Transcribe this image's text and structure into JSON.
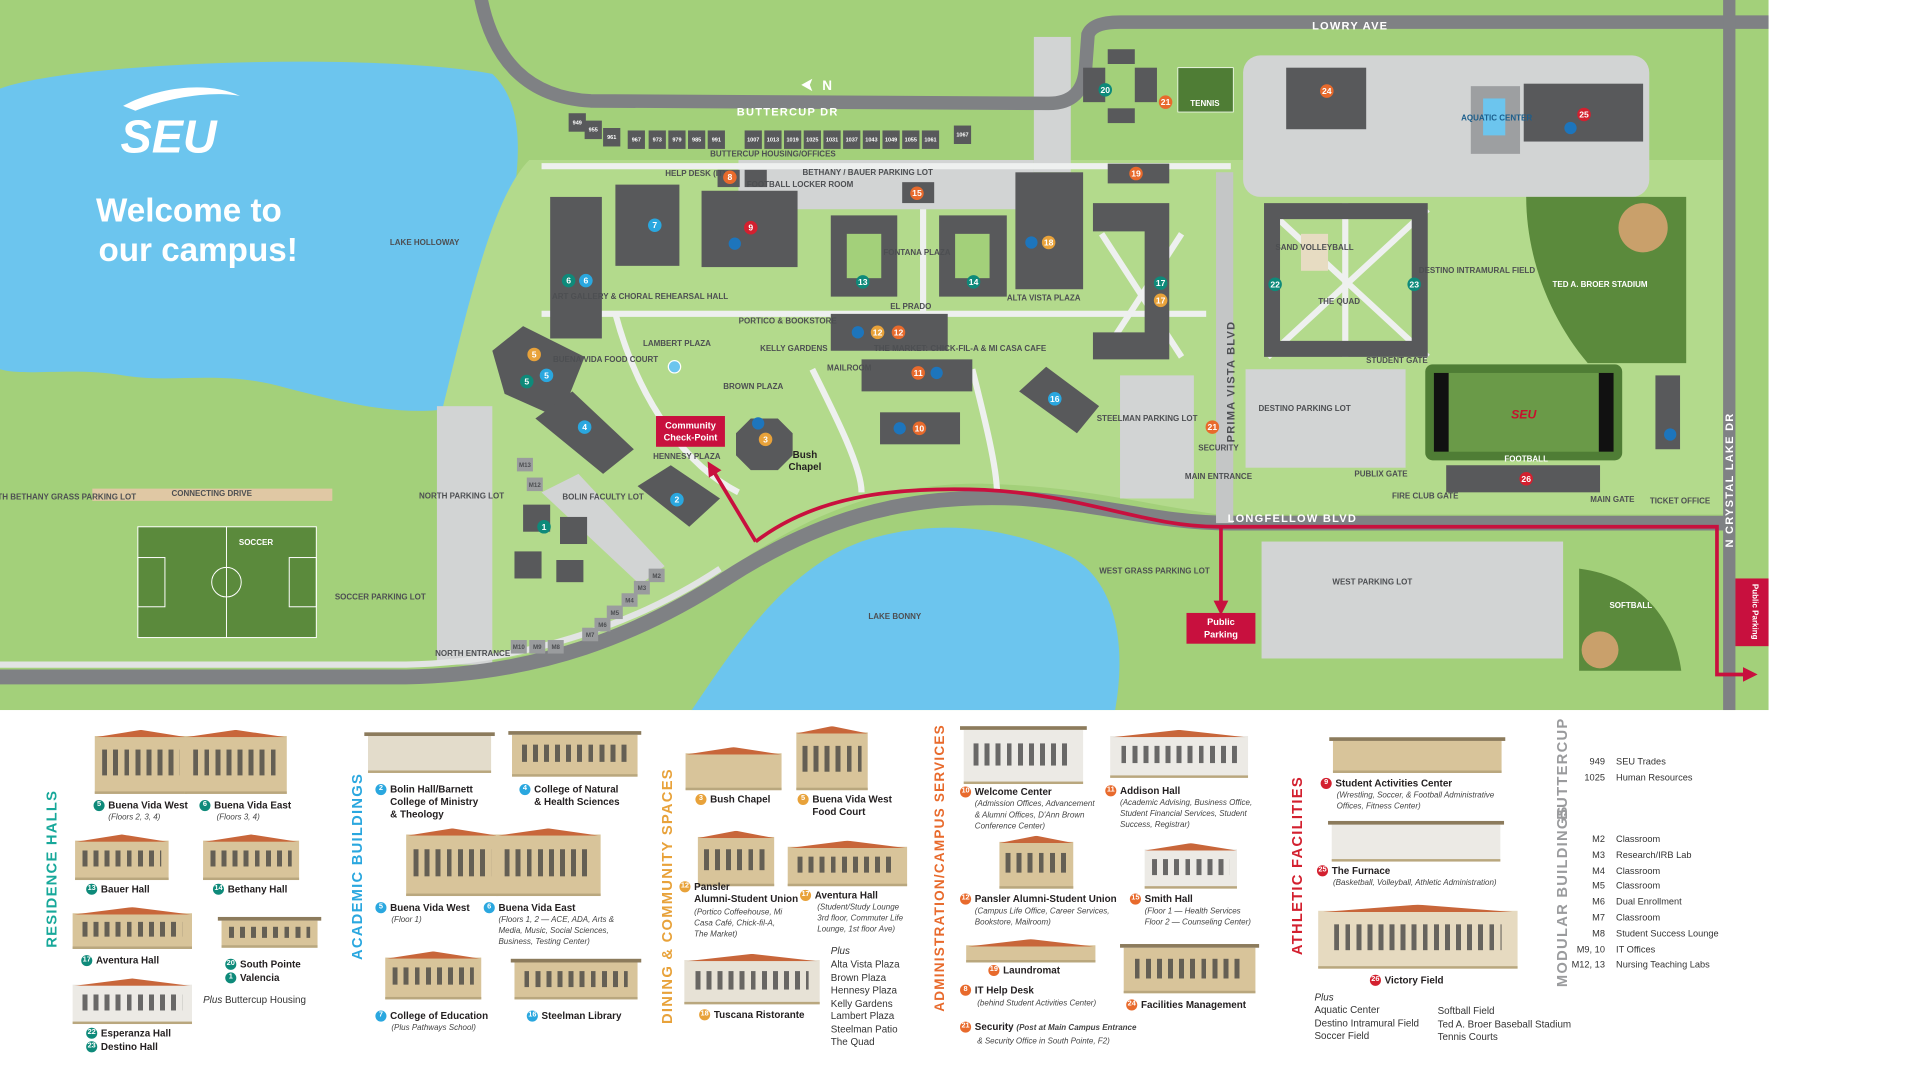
{
  "brand": {
    "logo": "SEU",
    "welcome": [
      "Welcome to",
      "our campus!"
    ]
  },
  "colors": {
    "residence": "#0e8a7a",
    "academic": "#2aa7df",
    "dining": "#e8a23a",
    "admin": "#e86a2c",
    "athletic": "#d3202f",
    "route": "#c8102e",
    "grass": "#a3d07a",
    "water": "#6cc5ee"
  },
  "map": {
    "roads": [
      "LOWRY AVE",
      "BUTTERCUP DR",
      "LONGFELLOW BLVD",
      "PRIMA VISTA BLVD",
      "N CRYSTAL LAKE DR",
      "EL PRADO"
    ],
    "north": "N",
    "callouts": {
      "checkpoint": [
        "Community",
        "Check-Point"
      ],
      "parking": [
        "Public",
        "Parking"
      ],
      "parking_right": "Public Parking",
      "bush": [
        "Bush",
        "Chapel"
      ]
    },
    "labels": [
      "LAKE HOLLOWAY",
      "LAKE BONNY",
      "BUTTERCUP HOUSING/OFFICES",
      "HELP DESK (IT)",
      "FOOTBALL LOCKER ROOM",
      "BETHANY / BAUER PARKING LOT",
      "FONTANA PLAZA",
      "ALTA VISTA PLAZA",
      "ART GALLERY & CHORAL REHEARSAL HALL",
      "PORTICO & BOOKSTORE",
      "LAMBERT PLAZA",
      "KELLY GARDENS",
      "BUENA VIDA FOOD COURT",
      "THE MARKET: CHICK-FIL-A & MI CASA CAFE",
      "MAILROOM",
      "BROWN PLAZA",
      "HENNESY PLAZA",
      "BOLIN FACULTY LOT",
      "NORTH PARKING LOT",
      "CONNECTING DRIVE",
      "SOCCER",
      "SOCCER PARKING LOT",
      "NORTH BETHANY GRASS PARKING LOT",
      "NORTH ENTRANCE",
      "STEELMAN PARKING LOT",
      "SECURITY",
      "MAIN ENTRANCE",
      "DESTINO PARKING LOT",
      "STUDENT GATE",
      "PUBLIX GATE",
      "FIRE CLUB GATE",
      "MAIN GATE",
      "TICKET OFFICE",
      "FOOTBALL",
      "WEST GRASS PARKING LOT",
      "WEST PARKING LOT",
      "SOFTBALL",
      "TENNIS",
      "AQUATIC CENTER",
      "SAND VOLLEYBALL",
      "THE QUAD",
      "DESTINO INTRAMURAL FIELD",
      "TED A. BROER STADIUM"
    ],
    "buttercup_units": [
      "949",
      "955",
      "961",
      "967",
      "973",
      "979",
      "985",
      "991",
      "1007",
      "1013",
      "1019",
      "1025",
      "1031",
      "1037",
      "1043",
      "1049",
      "1055",
      "1061",
      "1067"
    ],
    "modulars": [
      "M13",
      "M12",
      "M2",
      "M3",
      "M4",
      "M5",
      "M6",
      "M7",
      "M10",
      "M9",
      "M8"
    ],
    "markers": [
      "9",
      "7",
      "6",
      "6",
      "5",
      "5",
      "5",
      "4",
      "2",
      "1",
      "3",
      "13",
      "14",
      "18",
      "15",
      "8",
      "19",
      "12",
      "12",
      "11",
      "10",
      "16",
      "17",
      "17",
      "22",
      "23",
      "20",
      "21",
      "21",
      "24",
      "25",
      "26"
    ]
  },
  "legend": {
    "residence": {
      "heading": "RESIDENCE HALLS",
      "items": [
        {
          "num": "5",
          "name": "Buena Vida West",
          "note": "(Floors 2, 3, 4)"
        },
        {
          "num": "6",
          "name": "Buena Vida East",
          "note": "(Floors 3, 4)"
        },
        {
          "num": "13",
          "name": "Bauer Hall"
        },
        {
          "num": "14",
          "name": "Bethany Hall"
        },
        {
          "num": "17",
          "name": "Aventura Hall"
        },
        {
          "num": "20",
          "name": "South Pointe"
        },
        {
          "num": "1",
          "name": "Valencia"
        },
        {
          "num": "22",
          "name": "Esperanza Hall"
        },
        {
          "num": "23",
          "name": "Destino Hall"
        }
      ],
      "plus_prefix": "Plus",
      "plus": "Buttercup Housing"
    },
    "academic": {
      "heading": "ACADEMIC BUILDINGS",
      "items": [
        {
          "num": "2",
          "name": [
            "Bolin Hall/Barnett",
            "College of Ministry",
            "& Theology"
          ]
        },
        {
          "num": "4",
          "name": [
            "College of Natural",
            "& Health Sciences"
          ]
        },
        {
          "num": "5",
          "name": "Buena Vida West",
          "note": "(Floor 1)"
        },
        {
          "num": "6",
          "name": "Buena Vida East",
          "note": [
            "(Floors 1, 2 — ACE, ADA, Arts &",
            "Media, Music, Social Sciences,",
            "Business, Testing Center)"
          ]
        },
        {
          "num": "7",
          "name": "College of Education",
          "note": "(Plus Pathways School)"
        },
        {
          "num": "16",
          "name": "Steelman Library"
        }
      ]
    },
    "dining": {
      "heading": "DINING & COMMUNITY SPACES",
      "items": [
        {
          "num": "3",
          "name": "Bush Chapel"
        },
        {
          "num": "5",
          "name": [
            "Buena Vida West",
            "Food Court"
          ]
        },
        {
          "num": "12",
          "name": [
            "Pansler",
            "Alumni-Student Union"
          ],
          "note": [
            "(Portico Coffeehouse, Mi",
            "Casa Café, Chick-fil-A,",
            "The Market)"
          ]
        },
        {
          "num": "17",
          "name": "Aventura Hall",
          "note": [
            "(Student/Study Lounge",
            "3rd floor, Commuter Life",
            "Lounge, 1st floor Ave)"
          ]
        },
        {
          "num": "18",
          "name": "Tuscana Ristorante"
        }
      ],
      "plus_prefix": "Plus",
      "plus": [
        "Alta Vista Plaza",
        "Brown Plaza",
        "Hennesy Plaza",
        "Kelly Gardens",
        "Lambert Plaza",
        "Steelman Patio",
        "The Quad"
      ]
    },
    "admin": {
      "heading": "ADMINISTRATION/CAMPUS SERVICES",
      "items": [
        {
          "num": "10",
          "name": "Welcome Center",
          "note": [
            "(Admission Offices, Advancement",
            "& Alumni Offices, D'Ann Brown",
            "Conference Center)"
          ]
        },
        {
          "num": "11",
          "name": "Addison Hall",
          "note": [
            "(Academic Advising, Business Office,",
            "Student Financial Services, Student",
            "Success, Registrar)"
          ]
        },
        {
          "num": "12",
          "name": "Pansler Alumni-Student Union",
          "note": [
            "(Campus Life Office, Career Services,",
            "Bookstore, Mailroom)"
          ]
        },
        {
          "num": "15",
          "name": "Smith Hall",
          "note": [
            "(Floor 1 — Health Services",
            "Floor 2 — Counseling Center)"
          ]
        },
        {
          "num": "19",
          "name": "Laundromat"
        },
        {
          "num": "8",
          "name": "IT Help Desk",
          "note": "(behind Student Activities Center)"
        },
        {
          "num": "24",
          "name": "Facilities Management"
        },
        {
          "num": "21",
          "name": "Security",
          "note": [
            "(Post at Main Campus Entrance",
            "& Security Office in South Pointe, F2)"
          ]
        }
      ]
    },
    "athletic": {
      "heading": "ATHLETIC FACILITIES",
      "items": [
        {
          "num": "9",
          "name": "Student Activities Center",
          "note": [
            "(Wrestling, Soccer, & Football Administrative",
            "Offices, Fitness Center)"
          ]
        },
        {
          "num": "25",
          "name": "The Furnace",
          "note": "(Basketball, Volleyball, Athletic Administration)"
        },
        {
          "num": "26",
          "name": "Victory Field"
        }
      ],
      "plus_prefix": "Plus",
      "plus_left": [
        "Aquatic Center",
        "Destino Intramural Field",
        "Soccer Field"
      ],
      "plus_right": [
        "Softball Field",
        "Ted A. Broer Baseball Stadium",
        "Tennis Courts"
      ]
    },
    "buttercup": {
      "heading": "BUTTERCUP",
      "items": [
        {
          "code": "949",
          "name": "SEU Trades"
        },
        {
          "code": "1025",
          "name": "Human Resources"
        }
      ]
    },
    "modular": {
      "heading": "MODULAR BUILDINGS",
      "items": [
        {
          "code": "M2",
          "name": "Classroom"
        },
        {
          "code": "M3",
          "name": "Research/IRB Lab"
        },
        {
          "code": "M4",
          "name": "Classroom"
        },
        {
          "code": "M5",
          "name": "Classroom"
        },
        {
          "code": "M6",
          "name": "Dual Enrollment"
        },
        {
          "code": "M7",
          "name": "Classroom"
        },
        {
          "code": "M8",
          "name": "Student Success Lounge"
        },
        {
          "code": "M9, 10",
          "name": "IT Offices"
        },
        {
          "code": "M12, 13",
          "name": "Nursing Teaching Labs"
        }
      ]
    }
  }
}
